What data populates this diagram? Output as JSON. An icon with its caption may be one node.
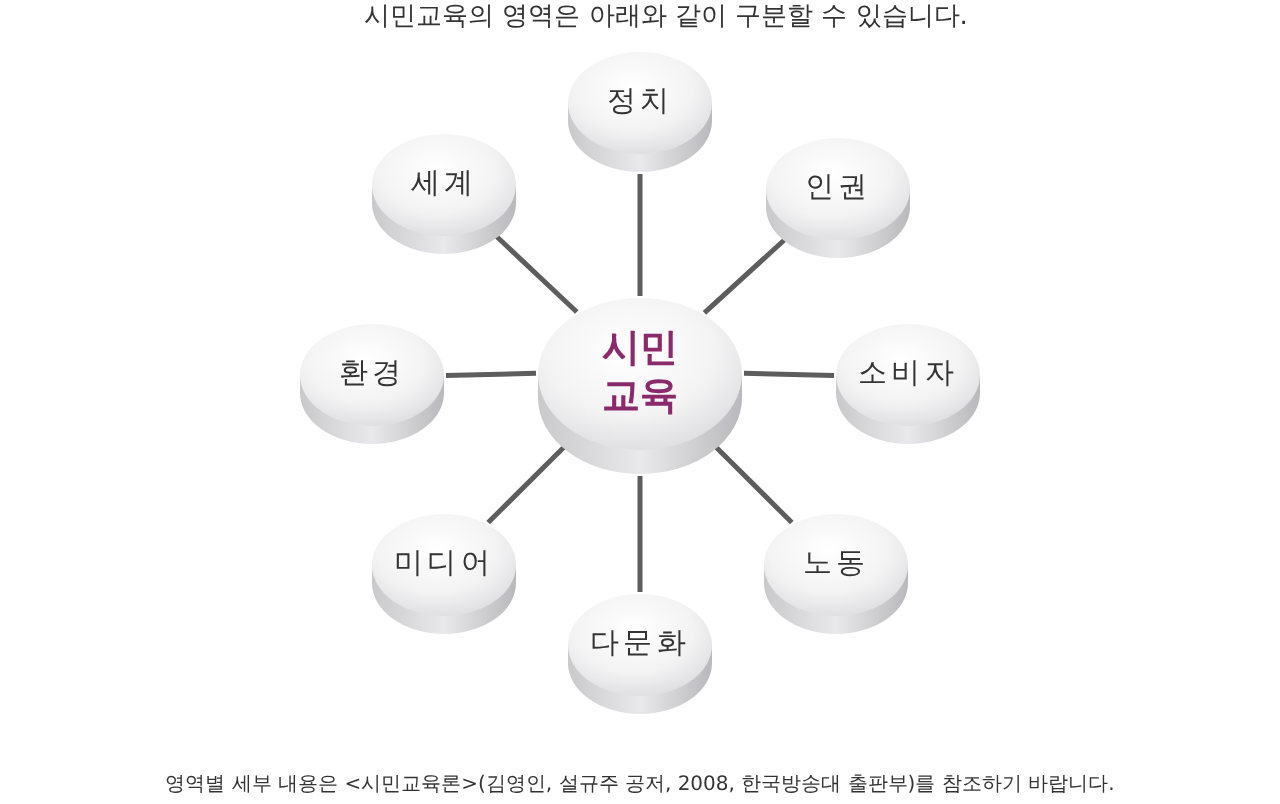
{
  "diagram": {
    "title": "시민교육의 영역은 아래와 같이 구분할 수 있습니다.",
    "caption": "영역별 세부 내용은 <시민교육론>(김영인, 설규주 공저, 2008, 한국방송대 출판부)를 참조하기 바랍니다.",
    "nodes": [
      {
        "text": [
          "시민 교육"
        ]
      },
      {
        "text": [
          "정치"
        ]
      },
      {
        "text": [
          "인권"
        ]
      },
      {
        "text": [
          "소비자"
        ]
      },
      {
        "text": [
          "노동"
        ]
      },
      {
        "text": [
          "다문화"
        ]
      },
      {
        "text": [
          "미디어"
        ]
      },
      {
        "text": [
          "환경"
        ]
      },
      {
        "text": [
          "세계"
        ]
      }
    ],
    "edges": [
      {
        "from": 0,
        "to": 1,
        "arrow": "none"
      },
      {
        "from": 0,
        "to": 2,
        "arrow": "none"
      },
      {
        "from": 0,
        "to": 3,
        "arrow": "none"
      },
      {
        "from": 0,
        "to": 4,
        "arrow": "none"
      },
      {
        "from": 0,
        "to": 5,
        "arrow": "none"
      },
      {
        "from": 0,
        "to": 6,
        "arrow": "none"
      },
      {
        "from": 0,
        "to": 7,
        "arrow": "none"
      },
      {
        "from": 0,
        "to": 8,
        "arrow": "none"
      }
    ]
  }
}
